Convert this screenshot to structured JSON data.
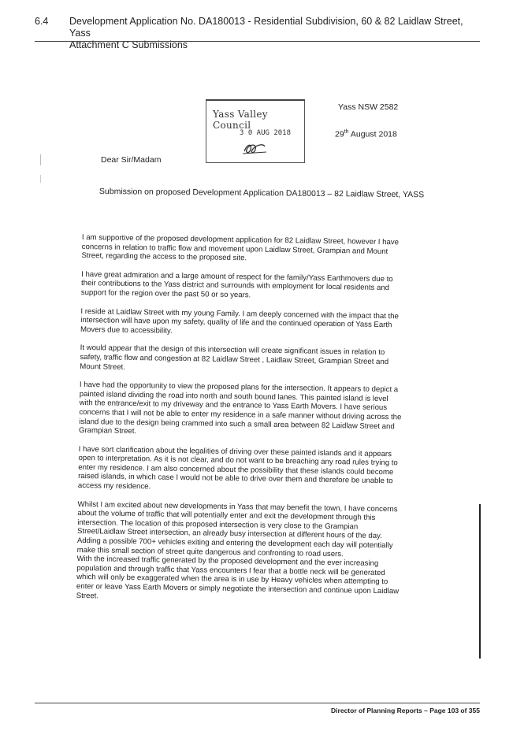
{
  "header": {
    "section": "6.4",
    "title_line1": "Development Application No. DA180013 - Residential Subdivision, 60 & 82 Laidlaw Street, Yass",
    "title_line2": "Attachment C Submissions"
  },
  "stamp": {
    "organisation": "Yass Valley Council",
    "received_date": "3 0 AUG 2018"
  },
  "letter": {
    "address": "Yass NSW 2582",
    "date_day": "29",
    "date_suffix": "th",
    "date_rest": " August 2018",
    "salutation": "Dear Sir/Madam",
    "subject": "Submission on proposed Development Application DA180013 – 82 Laidlaw Street, YASS",
    "paragraphs": [
      "I am supportive of the proposed development application for 82 Laidlaw Street, however I have concerns in relation to traffic flow and movement upon Laidlaw Street, Grampian and Mount Street, regarding the access to the proposed site.",
      "I have great admiration and a large amount of respect for the family/Yass Earthmovers due to their contributions to the Yass district and surrounds with employment for local residents and support for the region over the past 50 or so years.",
      "I reside at Laidlaw Street with my young Family. I am deeply concerned with the impact that the intersection will have upon my safety, quality of life and the continued operation of Yass Earth Movers due to accessibility.",
      "It would appear that the design of this intersection will create significant issues in relation to safety, traffic flow and congestion at 82 Laidlaw Street , Laidlaw Street, Grampian Street and Mount Street.",
      "I have had the opportunity to view the proposed plans for the intersection. It appears to depict a painted island dividing the road into north and south bound lanes. This painted island is level with the entrance/exit to my driveway and the entrance to Yass Earth Movers. I have serious concerns that I will not be able to enter my residence in a safe manner without driving across the island due to the design being crammed into such a small area between 82 Laidlaw Street and Grampian Street.",
      "I have sort clarification about the legalities of driving over these painted islands and it appears open to interpretation. As it is not clear, and do not want to be breaching any road rules trying to enter my residence. I am also concerned about the possibility that these islands could become raised islands, in which case I would not be able to drive over them and therefore be unable to access my residence.",
      "Whilst I am excited about new developments in Yass that may benefit the town, I have concerns about the volume of traffic that will potentially enter and exit the development through this intersection. The location of this proposed intersection is very close to the Grampian Street/Laidlaw Street intersection, an already busy intersection at different hours of the day. Adding a possible 700+ vehicles exiting and entering the development each day will potentially make this small section of street quite dangerous and confronting to road users.",
      "With the increased traffic generated by the proposed development and the ever increasing population and through traffic that Yass encounters I fear that a bottle neck will be generated which will only be exaggerated when the area is in use by Heavy vehicles when attempting to enter or leave Yass Earth Movers or simply negotiate the intersection and continue upon Laidlaw Street."
    ]
  },
  "footer": {
    "text": "Director of Planning Reports – Page 103 of 355"
  }
}
